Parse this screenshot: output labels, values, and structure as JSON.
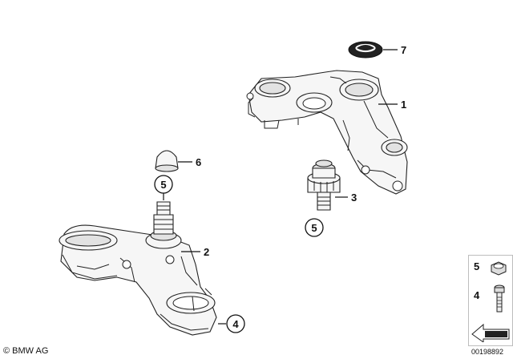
{
  "callouts": {
    "c1": "1",
    "c2": "2",
    "c3": "3",
    "c4": "4",
    "c5a": "5",
    "c5b": "5",
    "c6": "6",
    "c7": "7"
  },
  "legend": {
    "item1_number": "5",
    "item2_number": "4"
  },
  "footer": {
    "copyright": "© BMW AG",
    "diagram_id": "00198892"
  }
}
